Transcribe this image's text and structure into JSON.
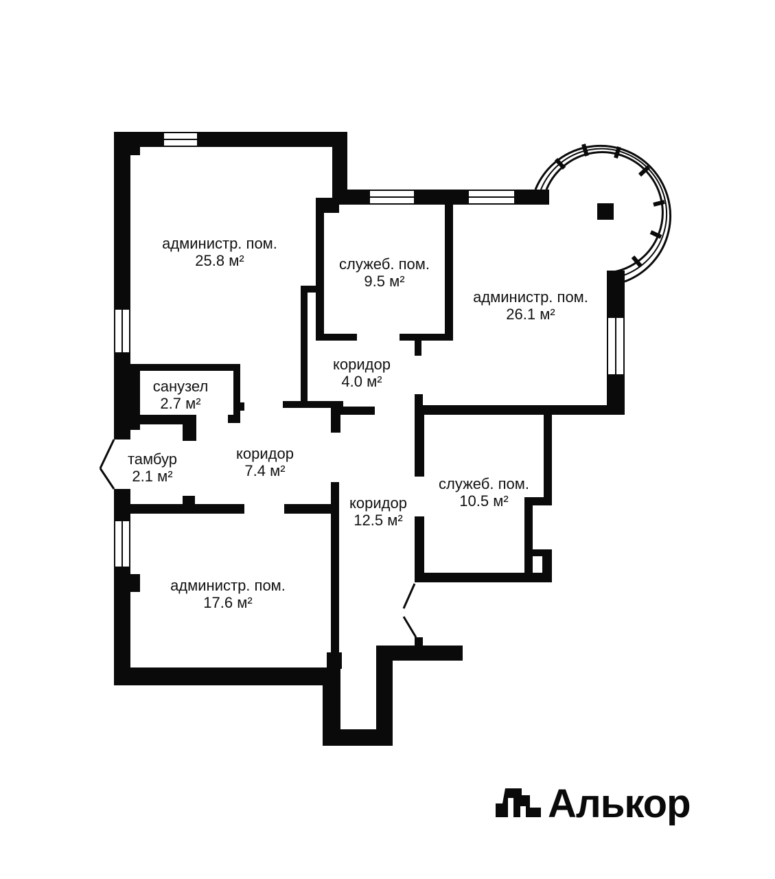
{
  "colors": {
    "wall": "#0a0a0a",
    "background": "#ffffff",
    "text": "#111111"
  },
  "rooms": [
    {
      "id": "admin-1",
      "name": "администр. пом.",
      "area": "25.8 м²"
    },
    {
      "id": "service-1",
      "name": "служеб. пом.",
      "area": "9.5 м²"
    },
    {
      "id": "admin-2",
      "name": "администр. пом.",
      "area": "26.1 м²"
    },
    {
      "id": "corridor-1",
      "name": "коридор",
      "area": "4.0 м²"
    },
    {
      "id": "bathroom",
      "name": "санузел",
      "area": "2.7 м²"
    },
    {
      "id": "vestibule",
      "name": "тамбур",
      "area": "2.1 м²"
    },
    {
      "id": "corridor-2",
      "name": "коридор",
      "area": "7.4 м²"
    },
    {
      "id": "corridor-3",
      "name": "коридор",
      "area": "12.5 м²"
    },
    {
      "id": "service-2",
      "name": "служеб. пом.",
      "area": "10.5 м²"
    },
    {
      "id": "admin-3",
      "name": "администр. пом.",
      "area": "17.6 м²"
    }
  ],
  "logo": {
    "text": "Алькор",
    "icon": "alkor-logo-icon"
  }
}
